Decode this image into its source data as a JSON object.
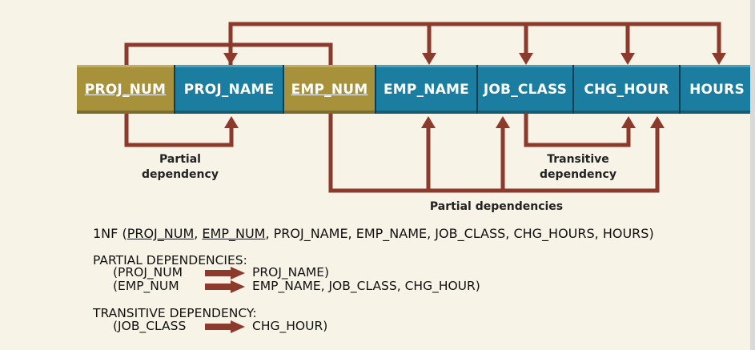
{
  "attributes": [
    {
      "name": "PROJ_NUM",
      "key": true
    },
    {
      "name": "PROJ_NAME",
      "key": false
    },
    {
      "name": "EMP_NUM",
      "key": true
    },
    {
      "name": "EMP_NAME",
      "key": false
    },
    {
      "name": "JOB_CLASS",
      "key": false
    },
    {
      "name": "CHG_HOUR",
      "key": false
    },
    {
      "name": "HOURS",
      "key": false
    }
  ],
  "labels": {
    "partial_dependency": "Partial dependency",
    "transitive_1": "Transitive",
    "transitive_2": "dependency",
    "partial_dependencies": "Partial dependencies"
  },
  "nf": {
    "prefix": "1NF (",
    "key1": "PROJ_NUM",
    "sep": ", ",
    "key2": "EMP_NUM",
    "rest": ", PROJ_NAME, EMP_NAME, JOB_CLASS, CHG_HOURS, HOURS)"
  },
  "partial": {
    "title": "PARTIAL DEPENDENCIES:",
    "rows": [
      {
        "left": "(PROJ_NUM",
        "right": "PROJ_NAME)"
      },
      {
        "left": "(EMP_NUM",
        "right": "EMP_NAME, JOB_CLASS, CHG_HOUR)"
      }
    ]
  },
  "transitive": {
    "title": "TRANSITIVE DEPENDENCY:",
    "rows": [
      {
        "left": "(JOB_CLASS",
        "right": "CHG_HOUR)"
      }
    ]
  },
  "colors": {
    "key": "#a8913b",
    "nonkey": "#1b7d9f",
    "arrow": "#8b3a2b",
    "background": "#f7f3e6"
  }
}
